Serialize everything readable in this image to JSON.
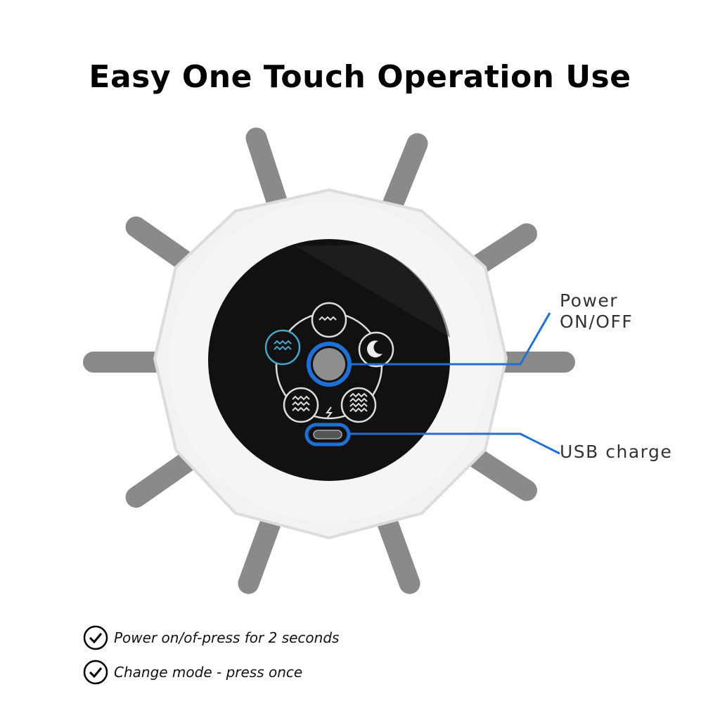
{
  "title": "Easy One Touch Operation Use",
  "callouts": {
    "power_line1": "Power",
    "power_line2": "ON/OFF",
    "usb": "USB charge"
  },
  "instructions": [
    {
      "icon": "check-circle-icon",
      "text": "Power on/of-press for 2 seconds"
    },
    {
      "icon": "check-circle-icon",
      "text": "Change mode - press once"
    }
  ],
  "colors": {
    "accent": "#1f6fd6",
    "rods": "#8a8a8a",
    "panel": "#111111",
    "mode_active": "#4aa3c8"
  }
}
